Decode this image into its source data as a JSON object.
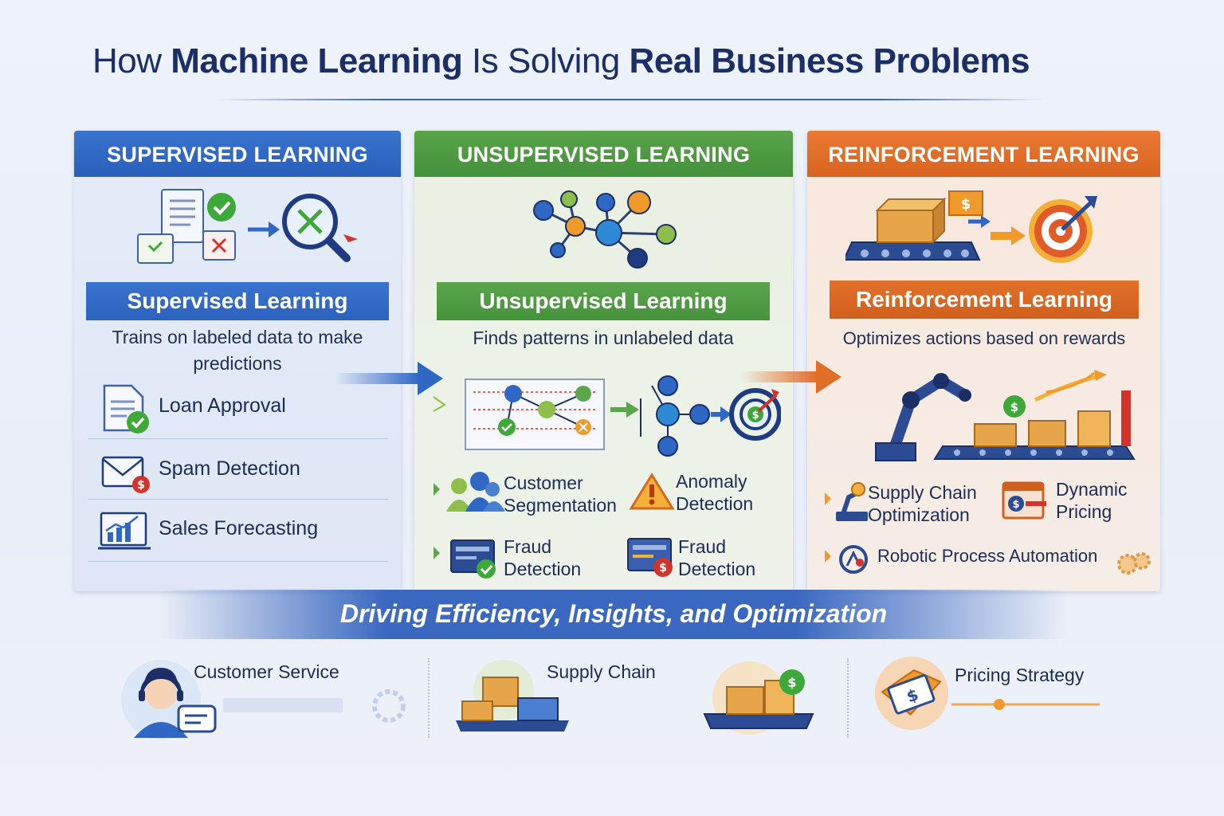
{
  "title": {
    "part1": "How ",
    "part2": "Machine Learning",
    "part3": " Is Solving ",
    "part4": "Real Business Problems"
  },
  "banner": "Driving Efficiency, Insights, and Optimization",
  "supervised": {
    "header": "SUPERVISED LEARNING",
    "subheader": "Supervised Learning",
    "description": "Trains on labeled data to make predictions",
    "items": [
      "Loan Approval",
      "Spam Detection",
      "Sales Forecasting"
    ]
  },
  "unsupervised": {
    "header": "UNSUPERVISED LEARNING",
    "subheader": "Unsupervised Learning",
    "description": "Finds patterns in unlabeled data",
    "items": [
      {
        "line1": "Customer",
        "line2": "Segmentation"
      },
      {
        "line1": "Anomaly",
        "line2": "Detection"
      },
      {
        "line1": "Fraud",
        "line2": "Detection"
      },
      {
        "line1": "Fraud",
        "line2": "Detection"
      }
    ]
  },
  "reinforcement": {
    "header": "REINFORCEMENT LEARNING",
    "subheader": "Reinforcement Learning",
    "description": "Optimizes actions based on rewards",
    "items": [
      {
        "line1": "Supply Chain",
        "line2": "Optimization"
      },
      {
        "line1": "Dynamic",
        "line2": "Pricing"
      },
      {
        "line1": "Robotic Process Automation",
        "line2": ""
      }
    ]
  },
  "bottom": [
    "Customer Service",
    "Supply Chain",
    "Pricing Strategy"
  ],
  "colors": {
    "blue": "#2f67c4",
    "green": "#4c9a40",
    "orange": "#e06e28",
    "navy": "#1b2f66"
  }
}
